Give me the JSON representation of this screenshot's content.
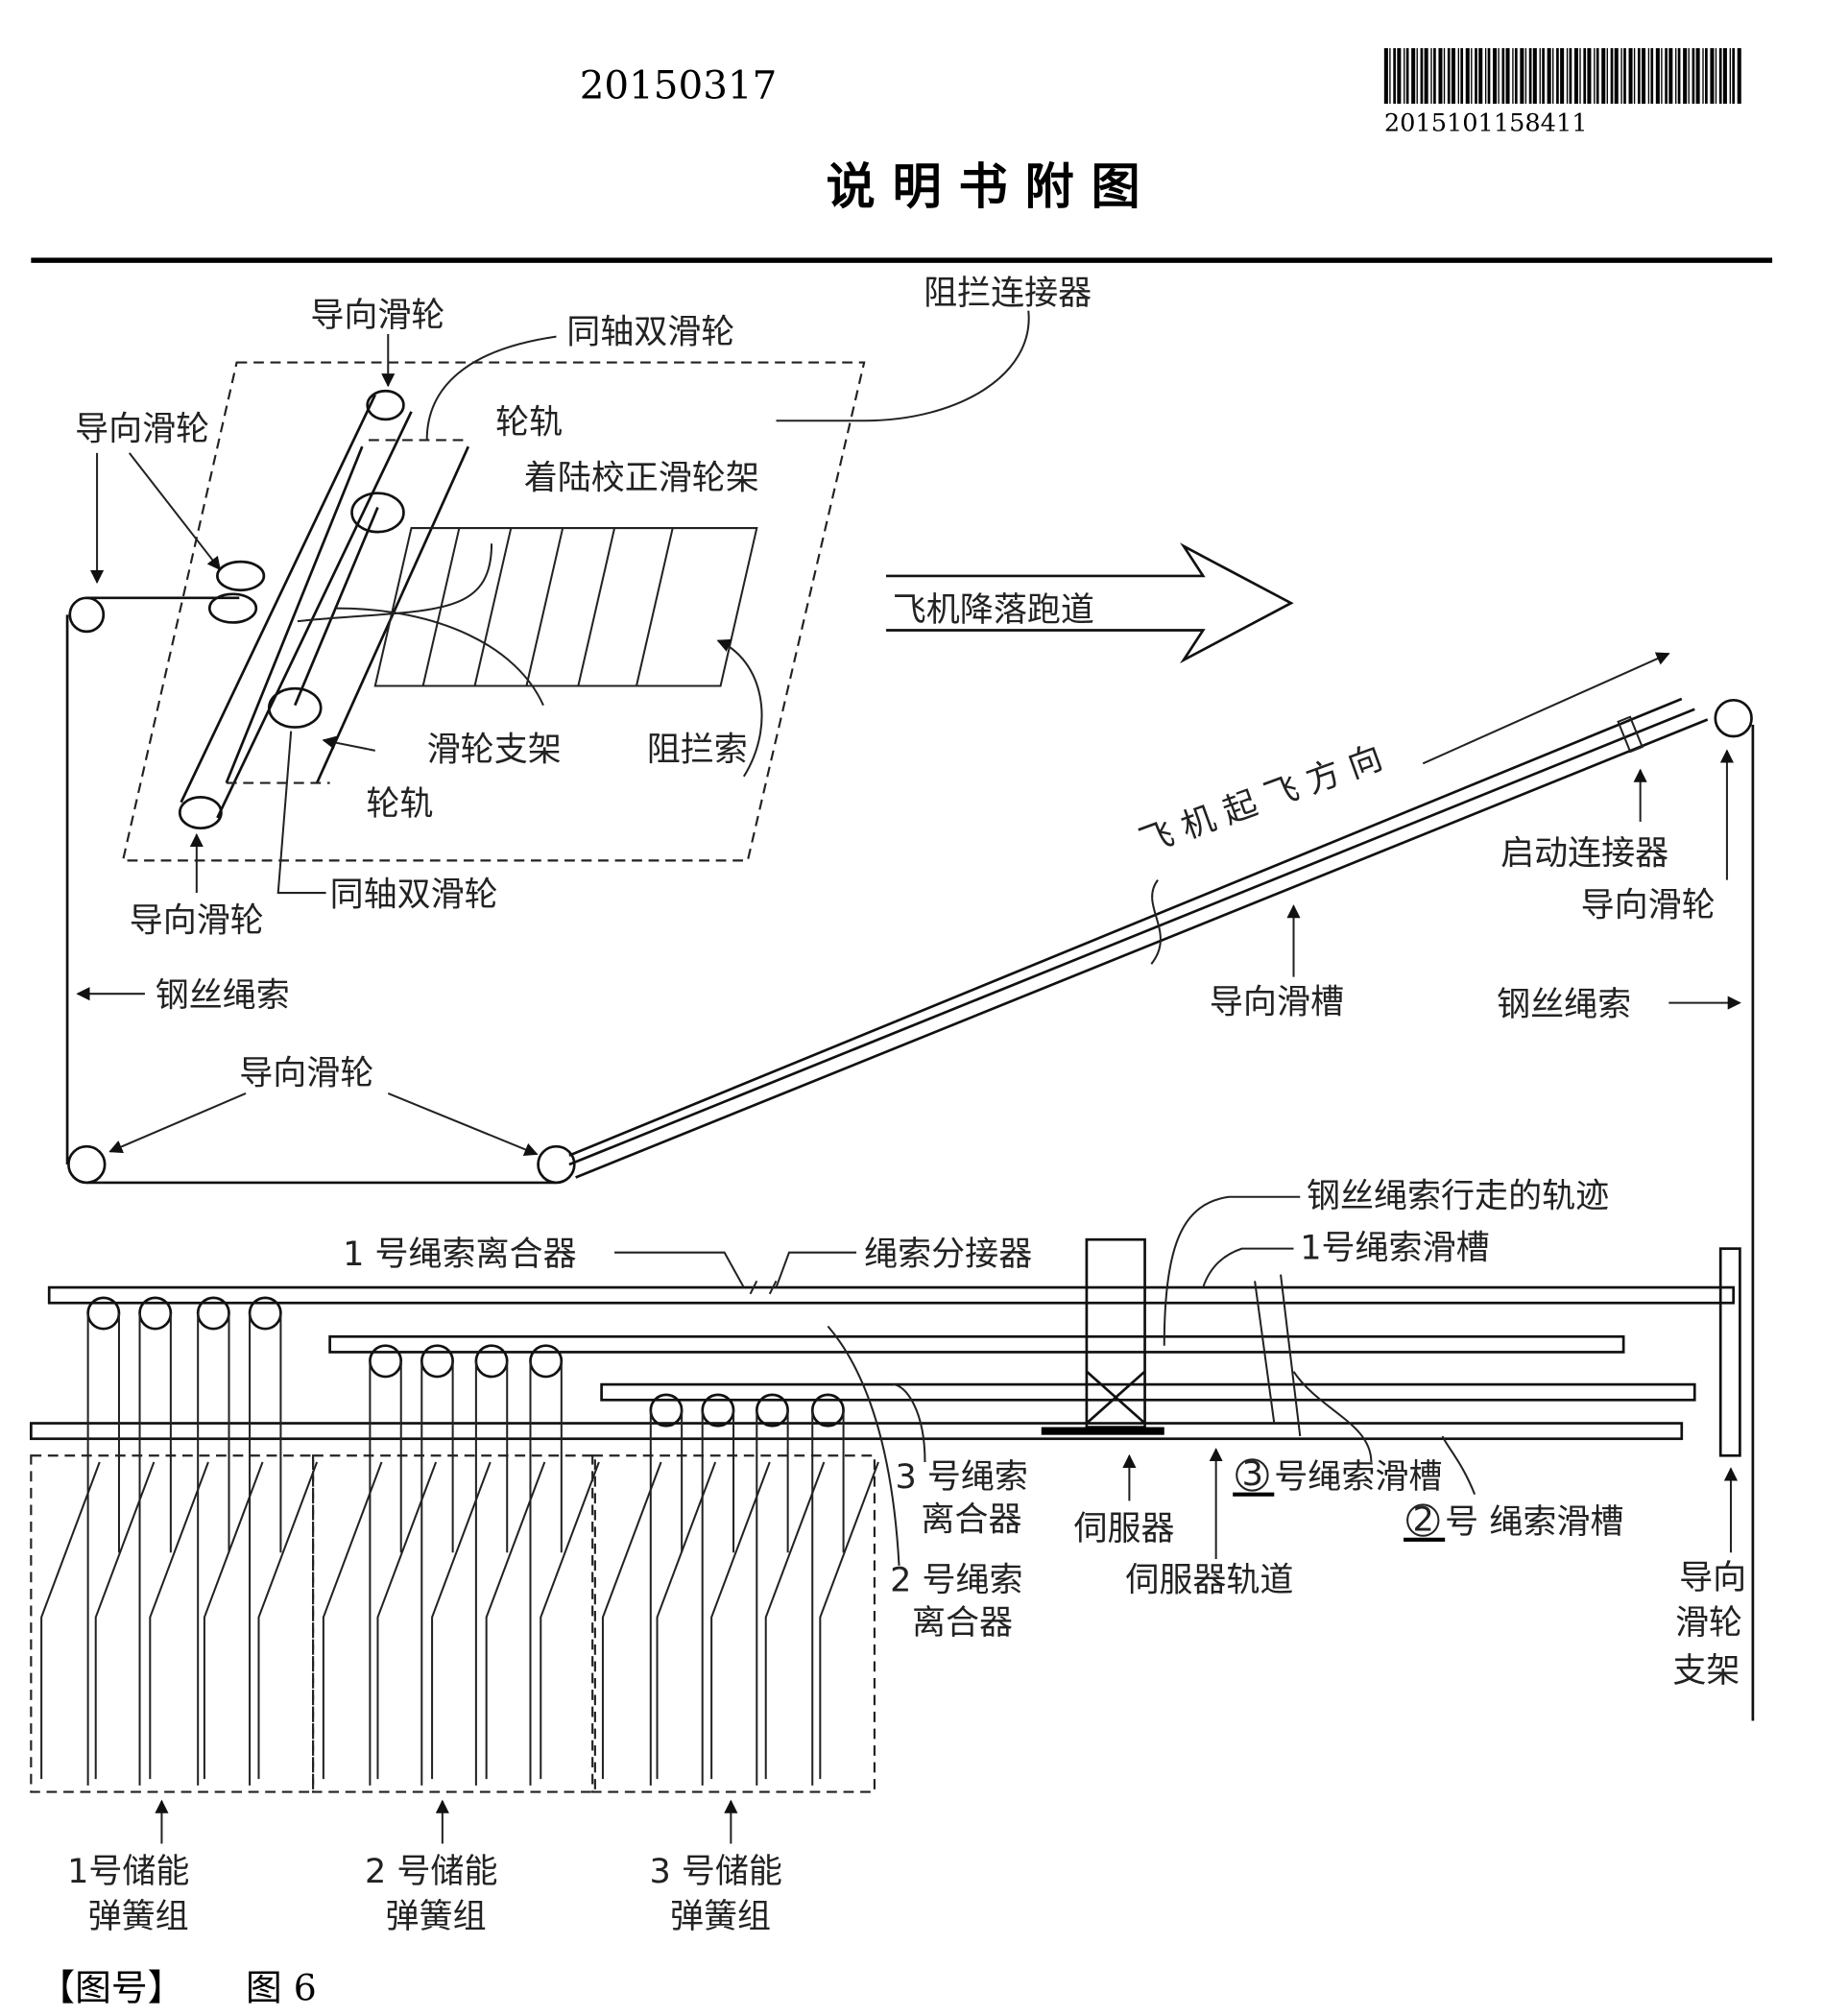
{
  "header": {
    "date": "20150317",
    "application_number": "2015101158411",
    "title": "说 明 书 附 图"
  },
  "diagram": {
    "labels": {
      "guide_pulley_top": "导向滑轮",
      "coaxial_double_pulley_top": "同轴双滑轮",
      "barrier_connector": "阻拦连接器",
      "guide_pulley_left": "导向滑轮",
      "wheel_rail_top": "轮轨",
      "landing_correction_frame": "着陆校正滑轮架",
      "runway": "飞机降落跑道",
      "pulley_bracket": "滑轮支架",
      "arresting_cable": "阻拦索",
      "wheel_rail_bottom": "轮轨",
      "guide_pulley_bottom": "导向滑轮",
      "coaxial_double_pulley_bottom": "同轴双滑轮",
      "takeoff_direction": "飞 机 起 飞 方 向",
      "start_connector": "启动连接器",
      "guide_pulley_right": "导向滑轮",
      "wire_rope_left": "钢丝绳索",
      "guide_groove": "导向滑槽",
      "wire_rope_right": "钢丝绳索",
      "guide_pulley_lower": "导向滑轮",
      "wire_rope_track": "钢丝绳索行走的轨迹",
      "rope_clutch_1": "1 号绳索离合器",
      "rope_splitter": "绳索分接器",
      "rope_groove_1": "1号绳索滑槽",
      "rope_clutch_3_a": "3 号绳索",
      "rope_clutch_3_b": "离合器",
      "servo": "伺服器",
      "rope_groove_3_num": "3",
      "rope_groove_3": "号绳索滑槽",
      "rope_groove_2_num": "2",
      "rope_groove_2": "号 绳索滑槽",
      "rope_clutch_2_a": "2 号绳索",
      "rope_clutch_2_b": "离合器",
      "servo_track": "伺服器轨道",
      "pulley_support_a": "导向",
      "pulley_support_b": "滑轮",
      "pulley_support_c": "支架",
      "spring_1_a": "1号储能",
      "spring_1_b": "弹簧组",
      "spring_2_a": "2 号储能",
      "spring_2_b": "弹簧组",
      "spring_3_a": "3 号储能",
      "spring_3_b": "弹簧组"
    }
  },
  "footer": {
    "figure_tag": "【图号】",
    "figure_number": "图 6"
  }
}
